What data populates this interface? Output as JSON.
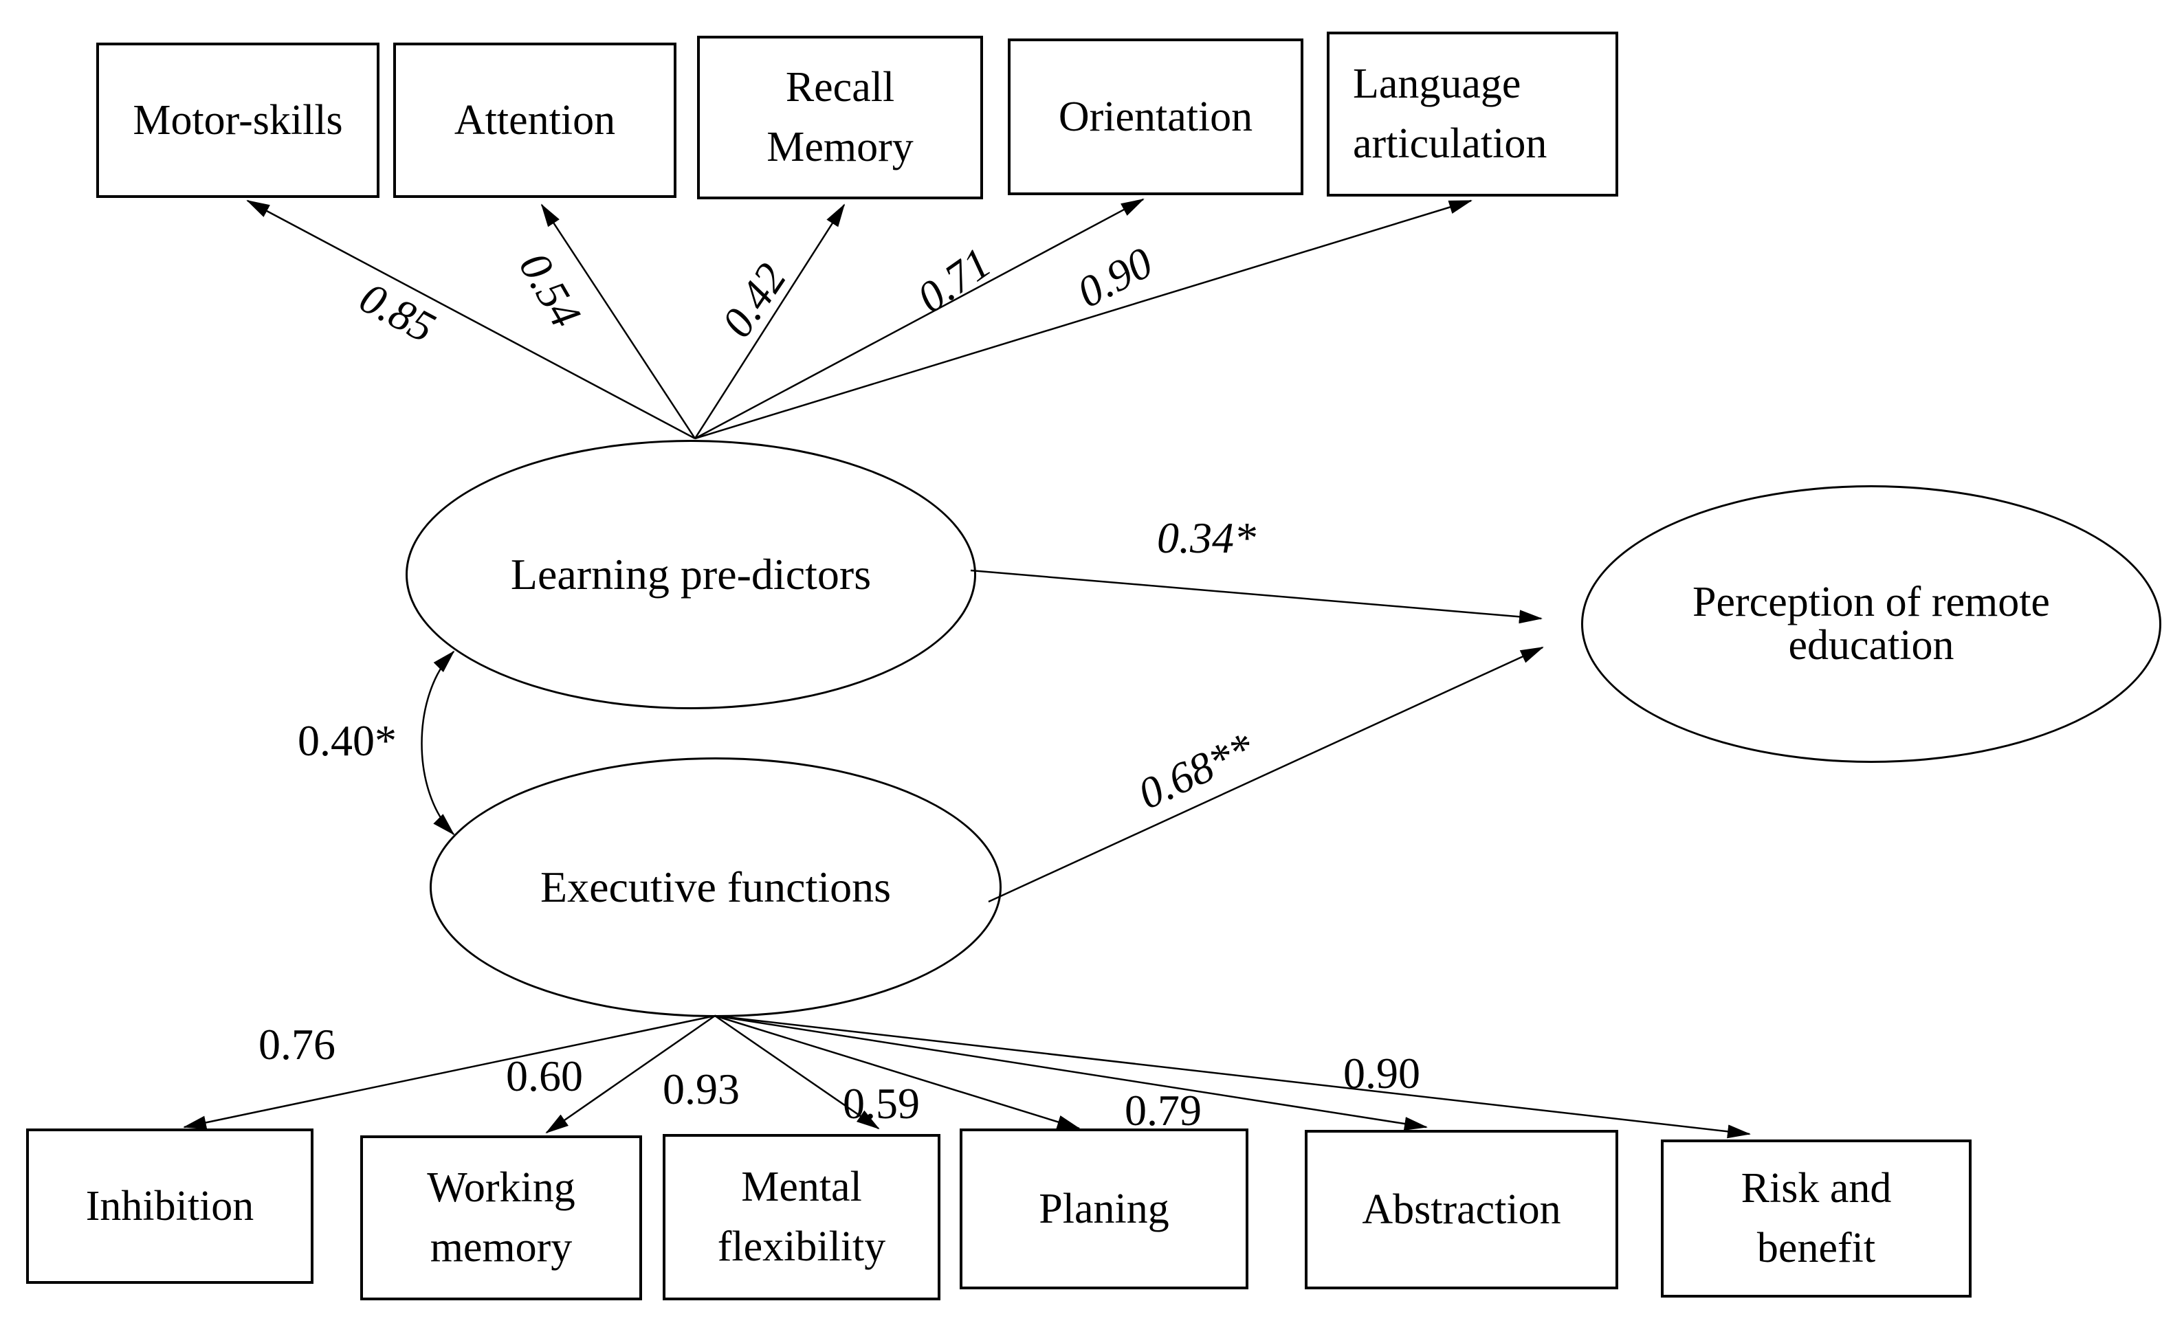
{
  "figure": {
    "type": "SEM path diagram",
    "background_color": "#ffffff",
    "line_color": "#000000"
  },
  "latents": {
    "learning": {
      "label": "Learning pre-dictors"
    },
    "executive": {
      "label": "Executive functions"
    },
    "perception": {
      "label": "Perception of remote education"
    }
  },
  "learning_indicators": [
    {
      "label": "Motor-skills",
      "loading": "0.85"
    },
    {
      "label": "Attention",
      "loading": "0.54"
    },
    {
      "label": "Recall Memory",
      "loading": "0.42"
    },
    {
      "label": "Orientation",
      "loading": "0.71"
    },
    {
      "label": "Language articulation",
      "loading": "0.90"
    }
  ],
  "executive_indicators": [
    {
      "label": "Inhibition",
      "loading": "0.76"
    },
    {
      "label": "Working memory",
      "loading": "0.60"
    },
    {
      "label": "Mental flexibility",
      "loading": "0.93"
    },
    {
      "label": "Planing",
      "loading": "0.59"
    },
    {
      "label": "Abstraction",
      "loading": "0.79"
    },
    {
      "label": "Risk and benefit",
      "loading": "0.90"
    }
  ],
  "paths": {
    "learning_to_perception": "0.34*",
    "executive_to_perception": "0.68**",
    "covariance_learning_executive": "0.40*"
  }
}
